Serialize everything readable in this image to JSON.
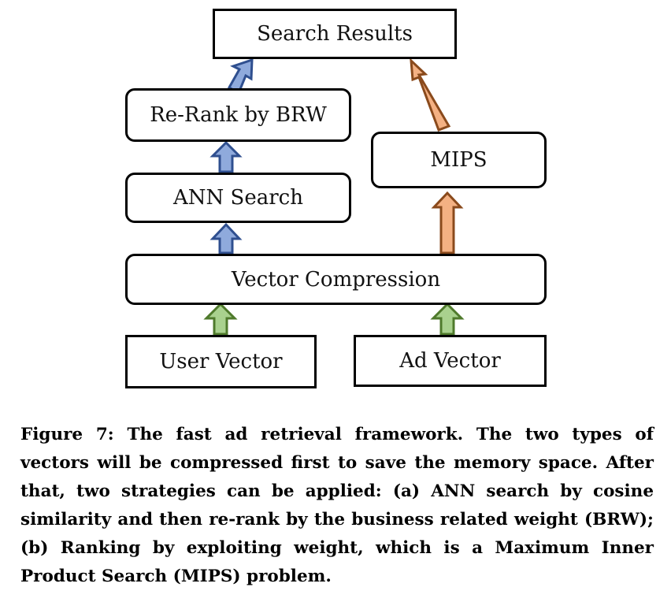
{
  "diagram": {
    "nodes": {
      "search_results": "Search Results",
      "rerank": "Re-Rank by BRW",
      "ann_search": "ANN Search",
      "mips": "MIPS",
      "vector_compression": "Vector Compression",
      "user_vector": "User Vector",
      "ad_vector": "Ad Vector"
    },
    "edges": [
      {
        "from": "user_vector",
        "to": "vector_compression",
        "color": "#a9d18e"
      },
      {
        "from": "ad_vector",
        "to": "vector_compression",
        "color": "#a9d18e"
      },
      {
        "from": "vector_compression",
        "to": "ann_search",
        "color": "#8faadc"
      },
      {
        "from": "ann_search",
        "to": "rerank",
        "color": "#8faadc"
      },
      {
        "from": "rerank",
        "to": "search_results",
        "color": "#8faadc"
      },
      {
        "from": "vector_compression",
        "to": "mips",
        "color": "#f4b183"
      },
      {
        "from": "mips",
        "to": "search_results",
        "color": "#f4b183"
      }
    ]
  },
  "caption": "Figure 7: The fast ad retrieval framework. The two types of vectors will be compressed first to save the memory space. After that, two strategies can be applied: (a) ANN search by cosine similarity and then re-rank by the business related weight (BRW); (b) Ranking by exploiting weight, which is a Maximum Inner Product Search (MIPS) problem."
}
